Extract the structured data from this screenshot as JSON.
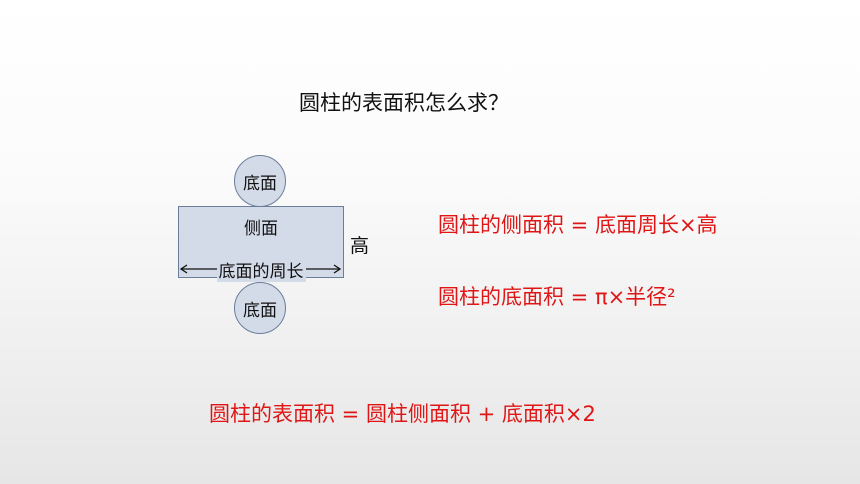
{
  "slide": {
    "title": "圆柱的表面积怎么求？",
    "diagram": {
      "top_circle_label": "底面",
      "bottom_circle_label": "底面",
      "rectangle_label": "侧面",
      "perimeter_label": "底面的周长",
      "height_label": "高"
    },
    "formulas": {
      "lateral_area": "圆柱的侧面积 = 底面周长×高",
      "base_area": "圆柱的底面积 = π×半径²",
      "surface_area": "圆柱的表面积 = 圆柱侧面积 + 底面积×2"
    },
    "colors": {
      "formula_text": "#e01616",
      "shape_fill": "#d3dbe8",
      "shape_stroke": "#6a7d9a"
    }
  }
}
